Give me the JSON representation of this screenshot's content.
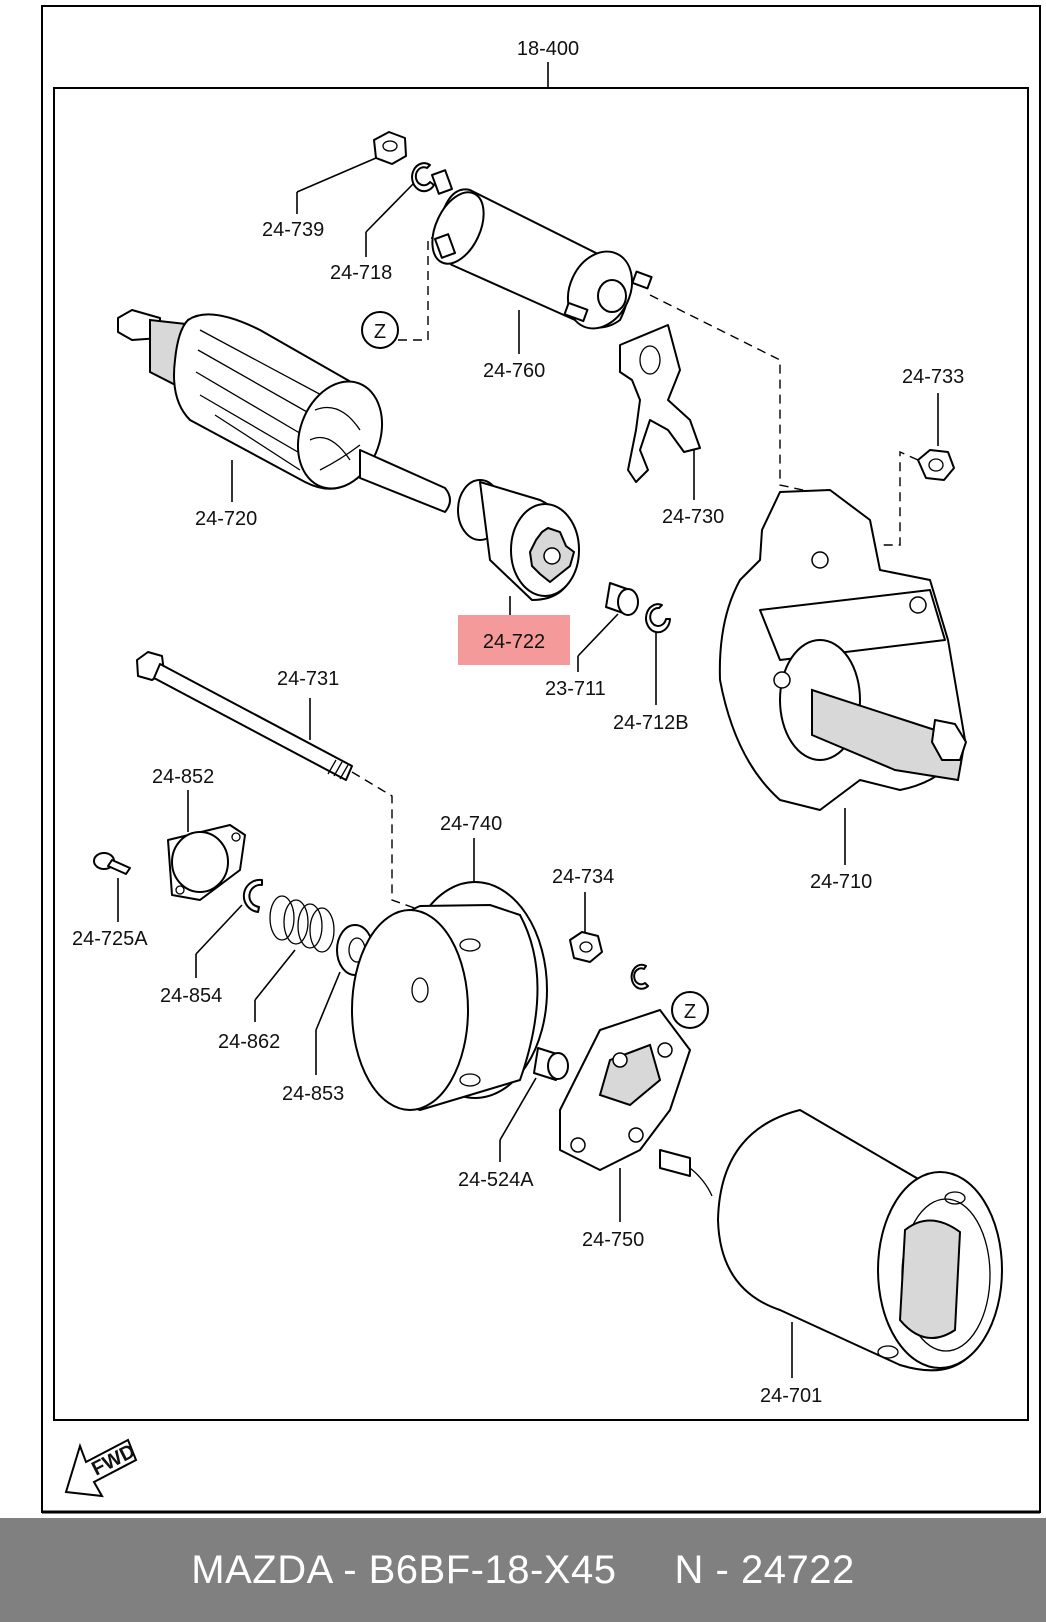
{
  "diagram": {
    "assembly_label": "18-400",
    "highlight_color": "#f59a9a",
    "labels": {
      "p739": "24-739",
      "p718": "24-718",
      "p760": "24-760",
      "p720": "24-720",
      "p730": "24-730",
      "p733": "24-733",
      "p722": "24-722",
      "p711": "23-711",
      "p712b": "24-712B",
      "p731": "24-731",
      "p852": "24-852",
      "p740": "24-740",
      "p734": "24-734",
      "p710": "24-710",
      "p725a": "24-725A",
      "p854": "24-854",
      "p862": "24-862",
      "p853": "24-853",
      "p524a": "24-524A",
      "p750": "24-750",
      "p701": "24-701"
    },
    "z_marker": "Z",
    "fwd_marker": "FWD"
  },
  "footer": {
    "text": "MAZDA - B6BF-18-X45     N - 24722"
  }
}
